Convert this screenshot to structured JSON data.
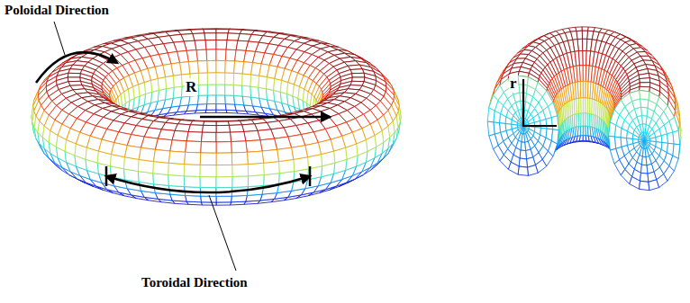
{
  "diagram": {
    "labels": [
      "Poloidal Direction",
      "R",
      "Toroidal Direction",
      "r"
    ]
  }
}
